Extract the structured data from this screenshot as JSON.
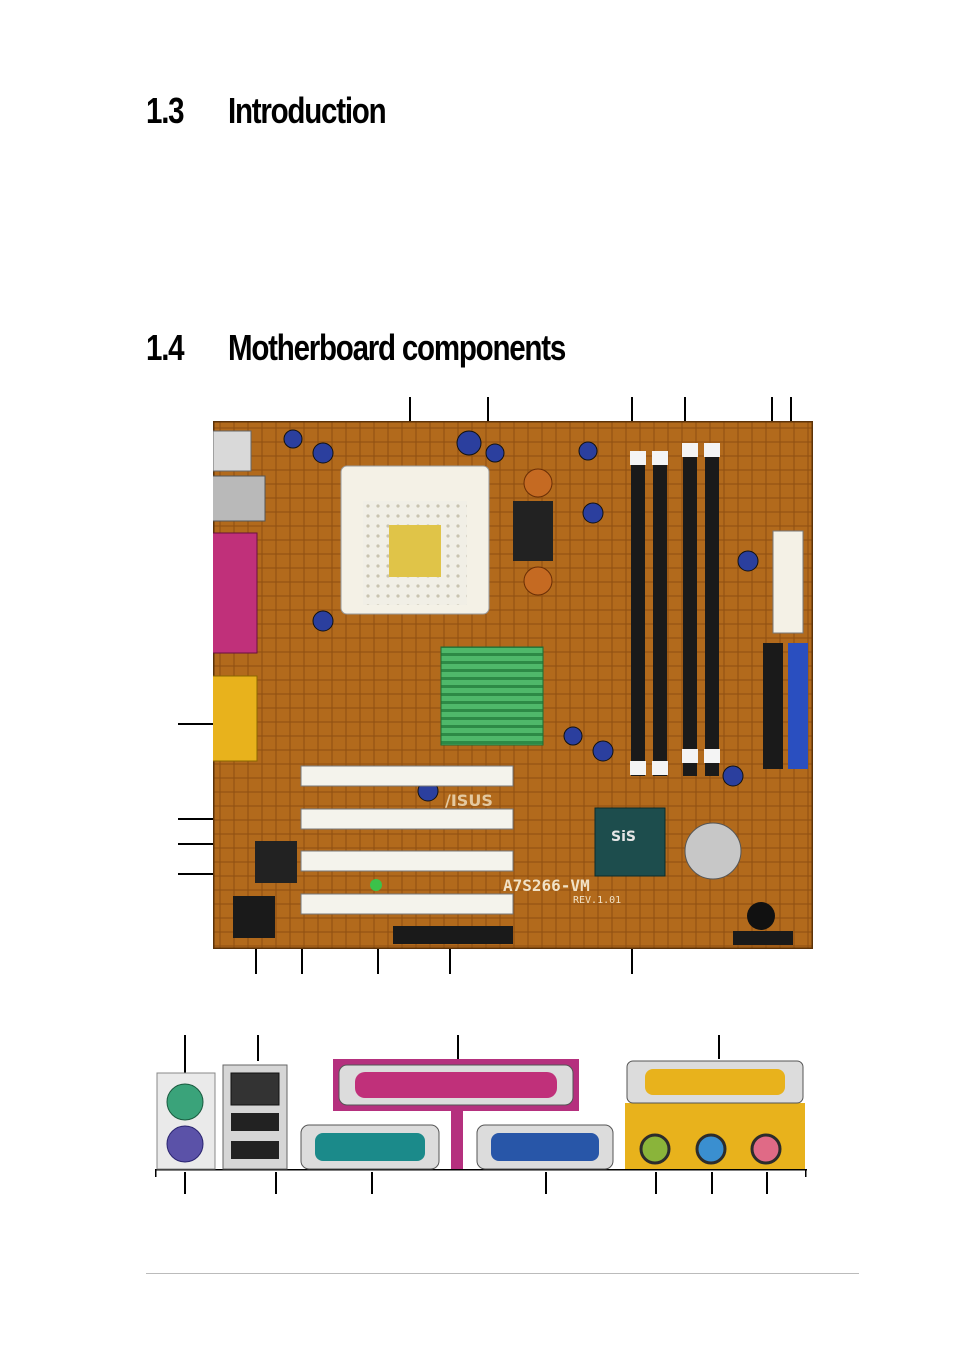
{
  "sections": [
    {
      "number": "1.3",
      "title": "Introduction"
    },
    {
      "number": "1.4",
      "title": "Motherboard components"
    }
  ],
  "board_label": "A7S266-VM",
  "board_revision": "REV.1.01",
  "brand_text": "/ISUS",
  "chipset_text": "SiS",
  "colors": {
    "pcb": "#b26a1c",
    "ps2_mouse": "#3aa37a",
    "ps2_keyboard": "#5b52a8",
    "parallel": "#c0307a",
    "serial": "#1b8a8a",
    "vga": "#2856a8",
    "game_port": "#e8b21c",
    "audio_line_in": "#8ab43a",
    "audio_line_out": "#3a8fd0",
    "audio_mic": "#e06a86",
    "ide": "#2a4fc0"
  }
}
